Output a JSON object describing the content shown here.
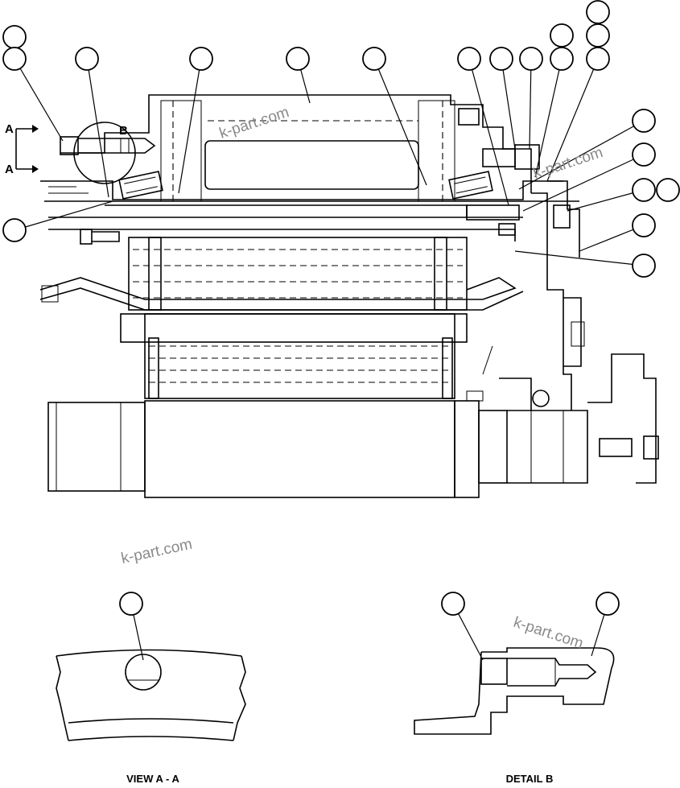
{
  "watermark": "k-part.com",
  "section_marker_letter": "A",
  "detail_marker_letter": "B",
  "captions": {
    "view_aa": "VIEW A - A",
    "detail_b": "DETAIL B"
  }
}
